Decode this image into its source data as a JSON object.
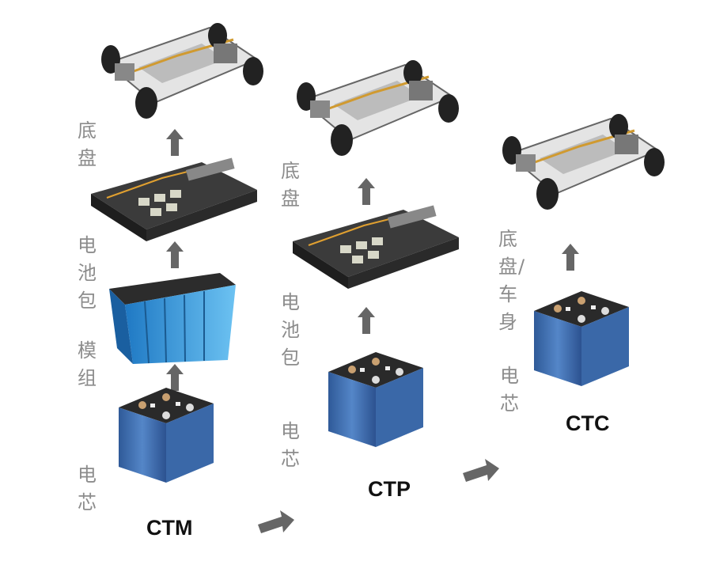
{
  "columns": [
    {
      "title": "CTM",
      "stages": [
        {
          "label": "电芯",
          "icon": "battery-cell"
        },
        {
          "label": "模组",
          "icon": "battery-module"
        },
        {
          "label": "电池包",
          "icon": "battery-pack"
        },
        {
          "label": "底盘",
          "icon": "chassis"
        }
      ]
    },
    {
      "title": "CTP",
      "stages": [
        {
          "label": "电芯",
          "icon": "battery-cell"
        },
        {
          "label": "电池包",
          "icon": "battery-pack"
        },
        {
          "label": "底盘",
          "icon": "chassis"
        }
      ]
    },
    {
      "title": "CTC",
      "stages": [
        {
          "label": "电芯",
          "icon": "battery-cell"
        },
        {
          "label": "底盘/车身",
          "icon": "chassis"
        }
      ]
    }
  ],
  "colors": {
    "label": "#8c8c8c",
    "arrow": "#666666",
    "title": "#111111",
    "cell_blue": "#3f6fb0",
    "module_blue": "#3a9ee0"
  }
}
